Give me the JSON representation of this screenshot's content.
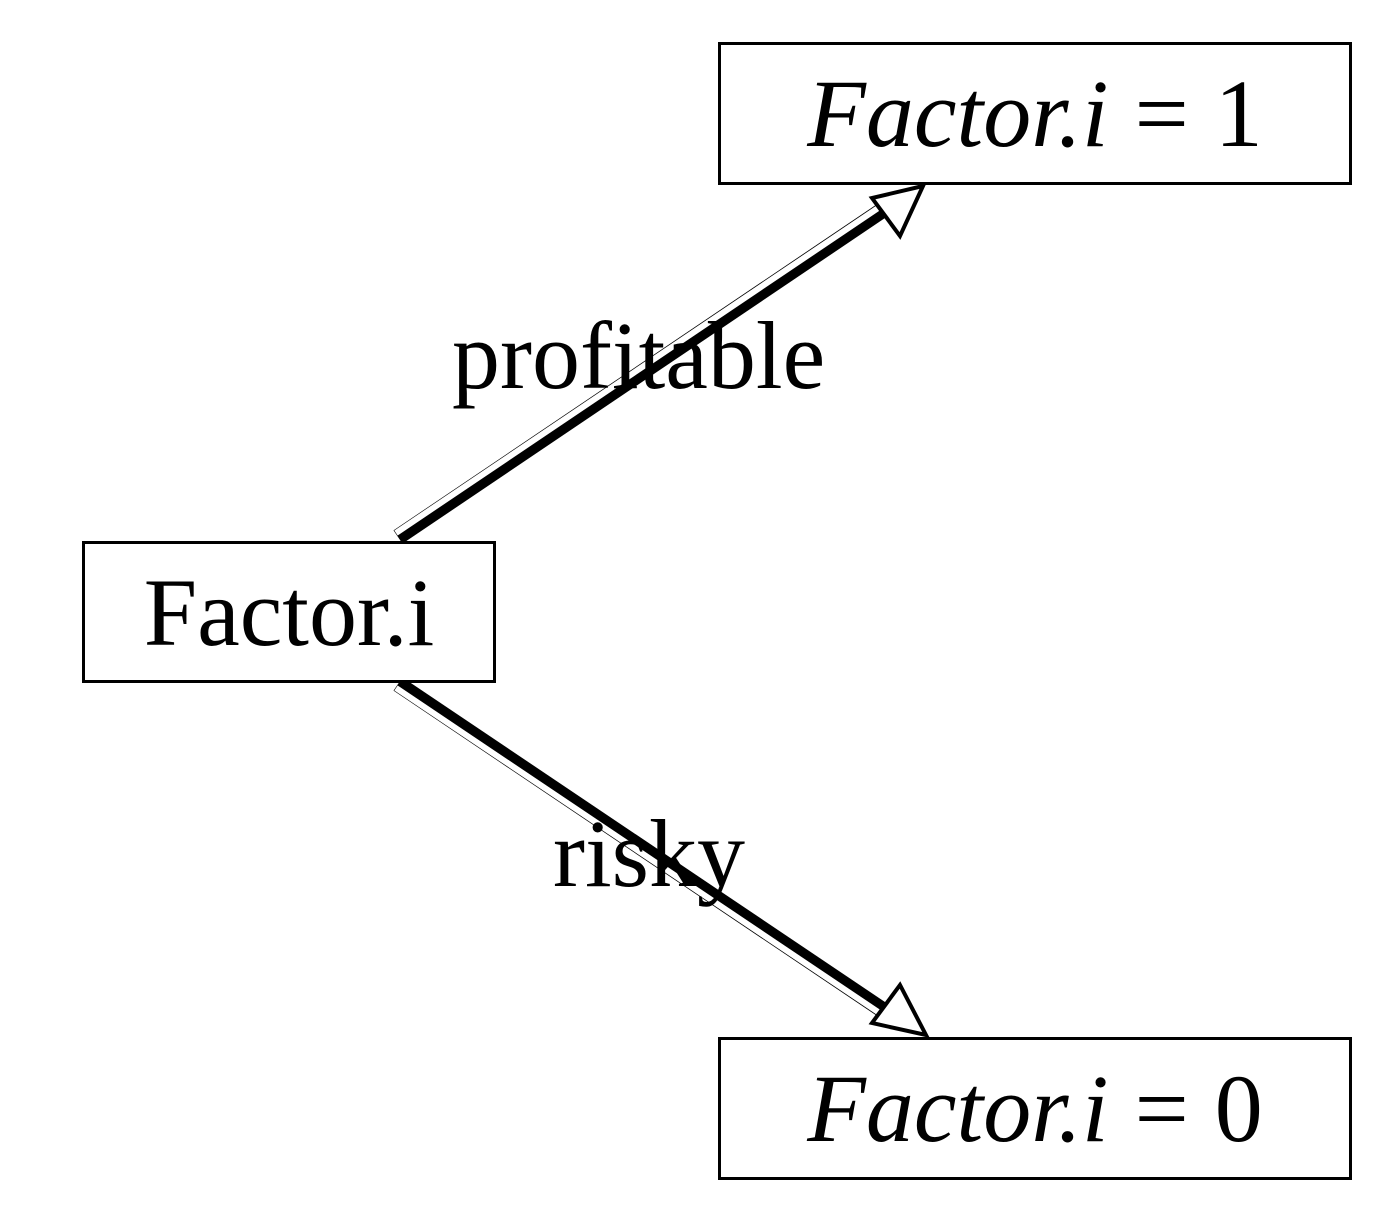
{
  "nodes": {
    "source": {
      "label": "Factor.i"
    },
    "one": {
      "lhs": "Factor.i",
      "op": "=",
      "rhs": "1"
    },
    "zero": {
      "lhs": "Factor.i",
      "op": "=",
      "rhs": "0"
    }
  },
  "edges": {
    "profitable": {
      "label": "profitable",
      "from": "source",
      "to": "one"
    },
    "risky": {
      "label": "risky",
      "from": "source",
      "to": "zero"
    }
  }
}
